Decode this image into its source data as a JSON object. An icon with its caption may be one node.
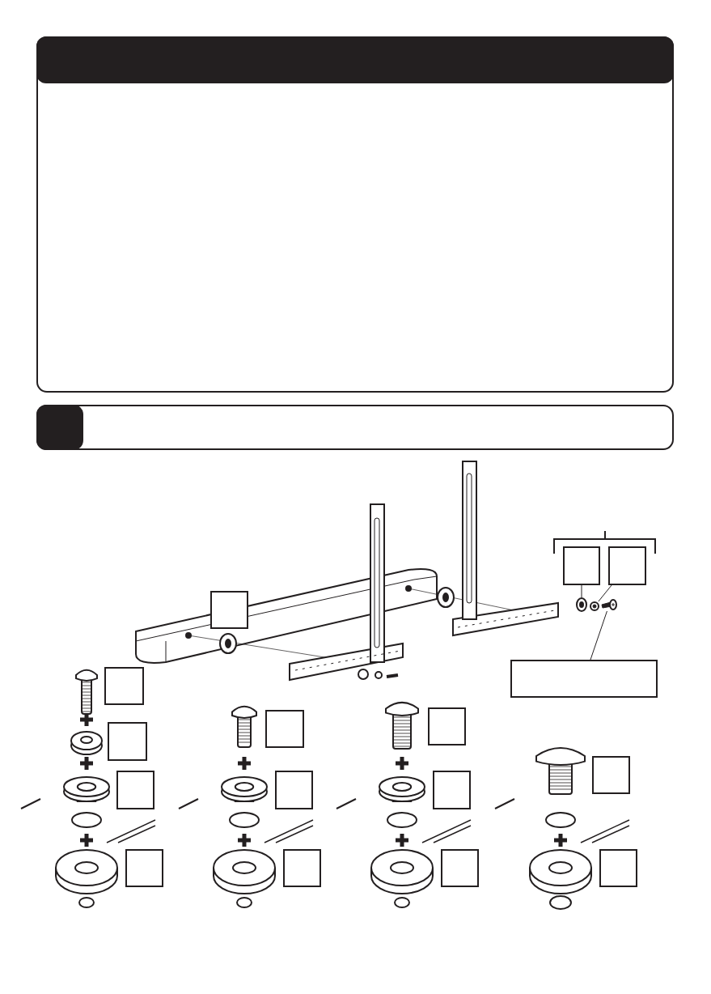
{
  "diagram": {
    "nodes": [
      {
        "text": [],
        "shape": "box"
      },
      {
        "text": [],
        "shape": "box"
      },
      {
        "text": [],
        "shape": "box"
      },
      {
        "text": [],
        "shape": "picture"
      },
      {
        "text": [],
        "shape": "circle"
      },
      {
        "text": [],
        "shape": "picture"
      },
      {
        "text": [],
        "shape": "box"
      },
      {
        "text": [],
        "shape": "box"
      },
      {
        "text": [],
        "shape": "box"
      },
      {
        "text": [],
        "shape": "box"
      },
      {
        "text": [],
        "shape": "box"
      },
      {
        "text": [],
        "shape": "box"
      },
      {
        "text": [],
        "shape": "box"
      },
      {
        "text": [],
        "shape": "box"
      },
      {
        "text": [],
        "shape": "box"
      },
      {
        "text": [],
        "shape": "box"
      },
      {
        "text": [],
        "shape": "box"
      },
      {
        "text": [],
        "shape": "box"
      },
      {
        "text": [],
        "shape": "box"
      }
    ],
    "edges": [
      {
        "from": 0,
        "to": 3,
        "arrow": "none"
      },
      {
        "from": 1,
        "to": 4,
        "arrow": "none"
      },
      {
        "from": 6,
        "to": 5,
        "arrow": "none"
      }
    ]
  }
}
